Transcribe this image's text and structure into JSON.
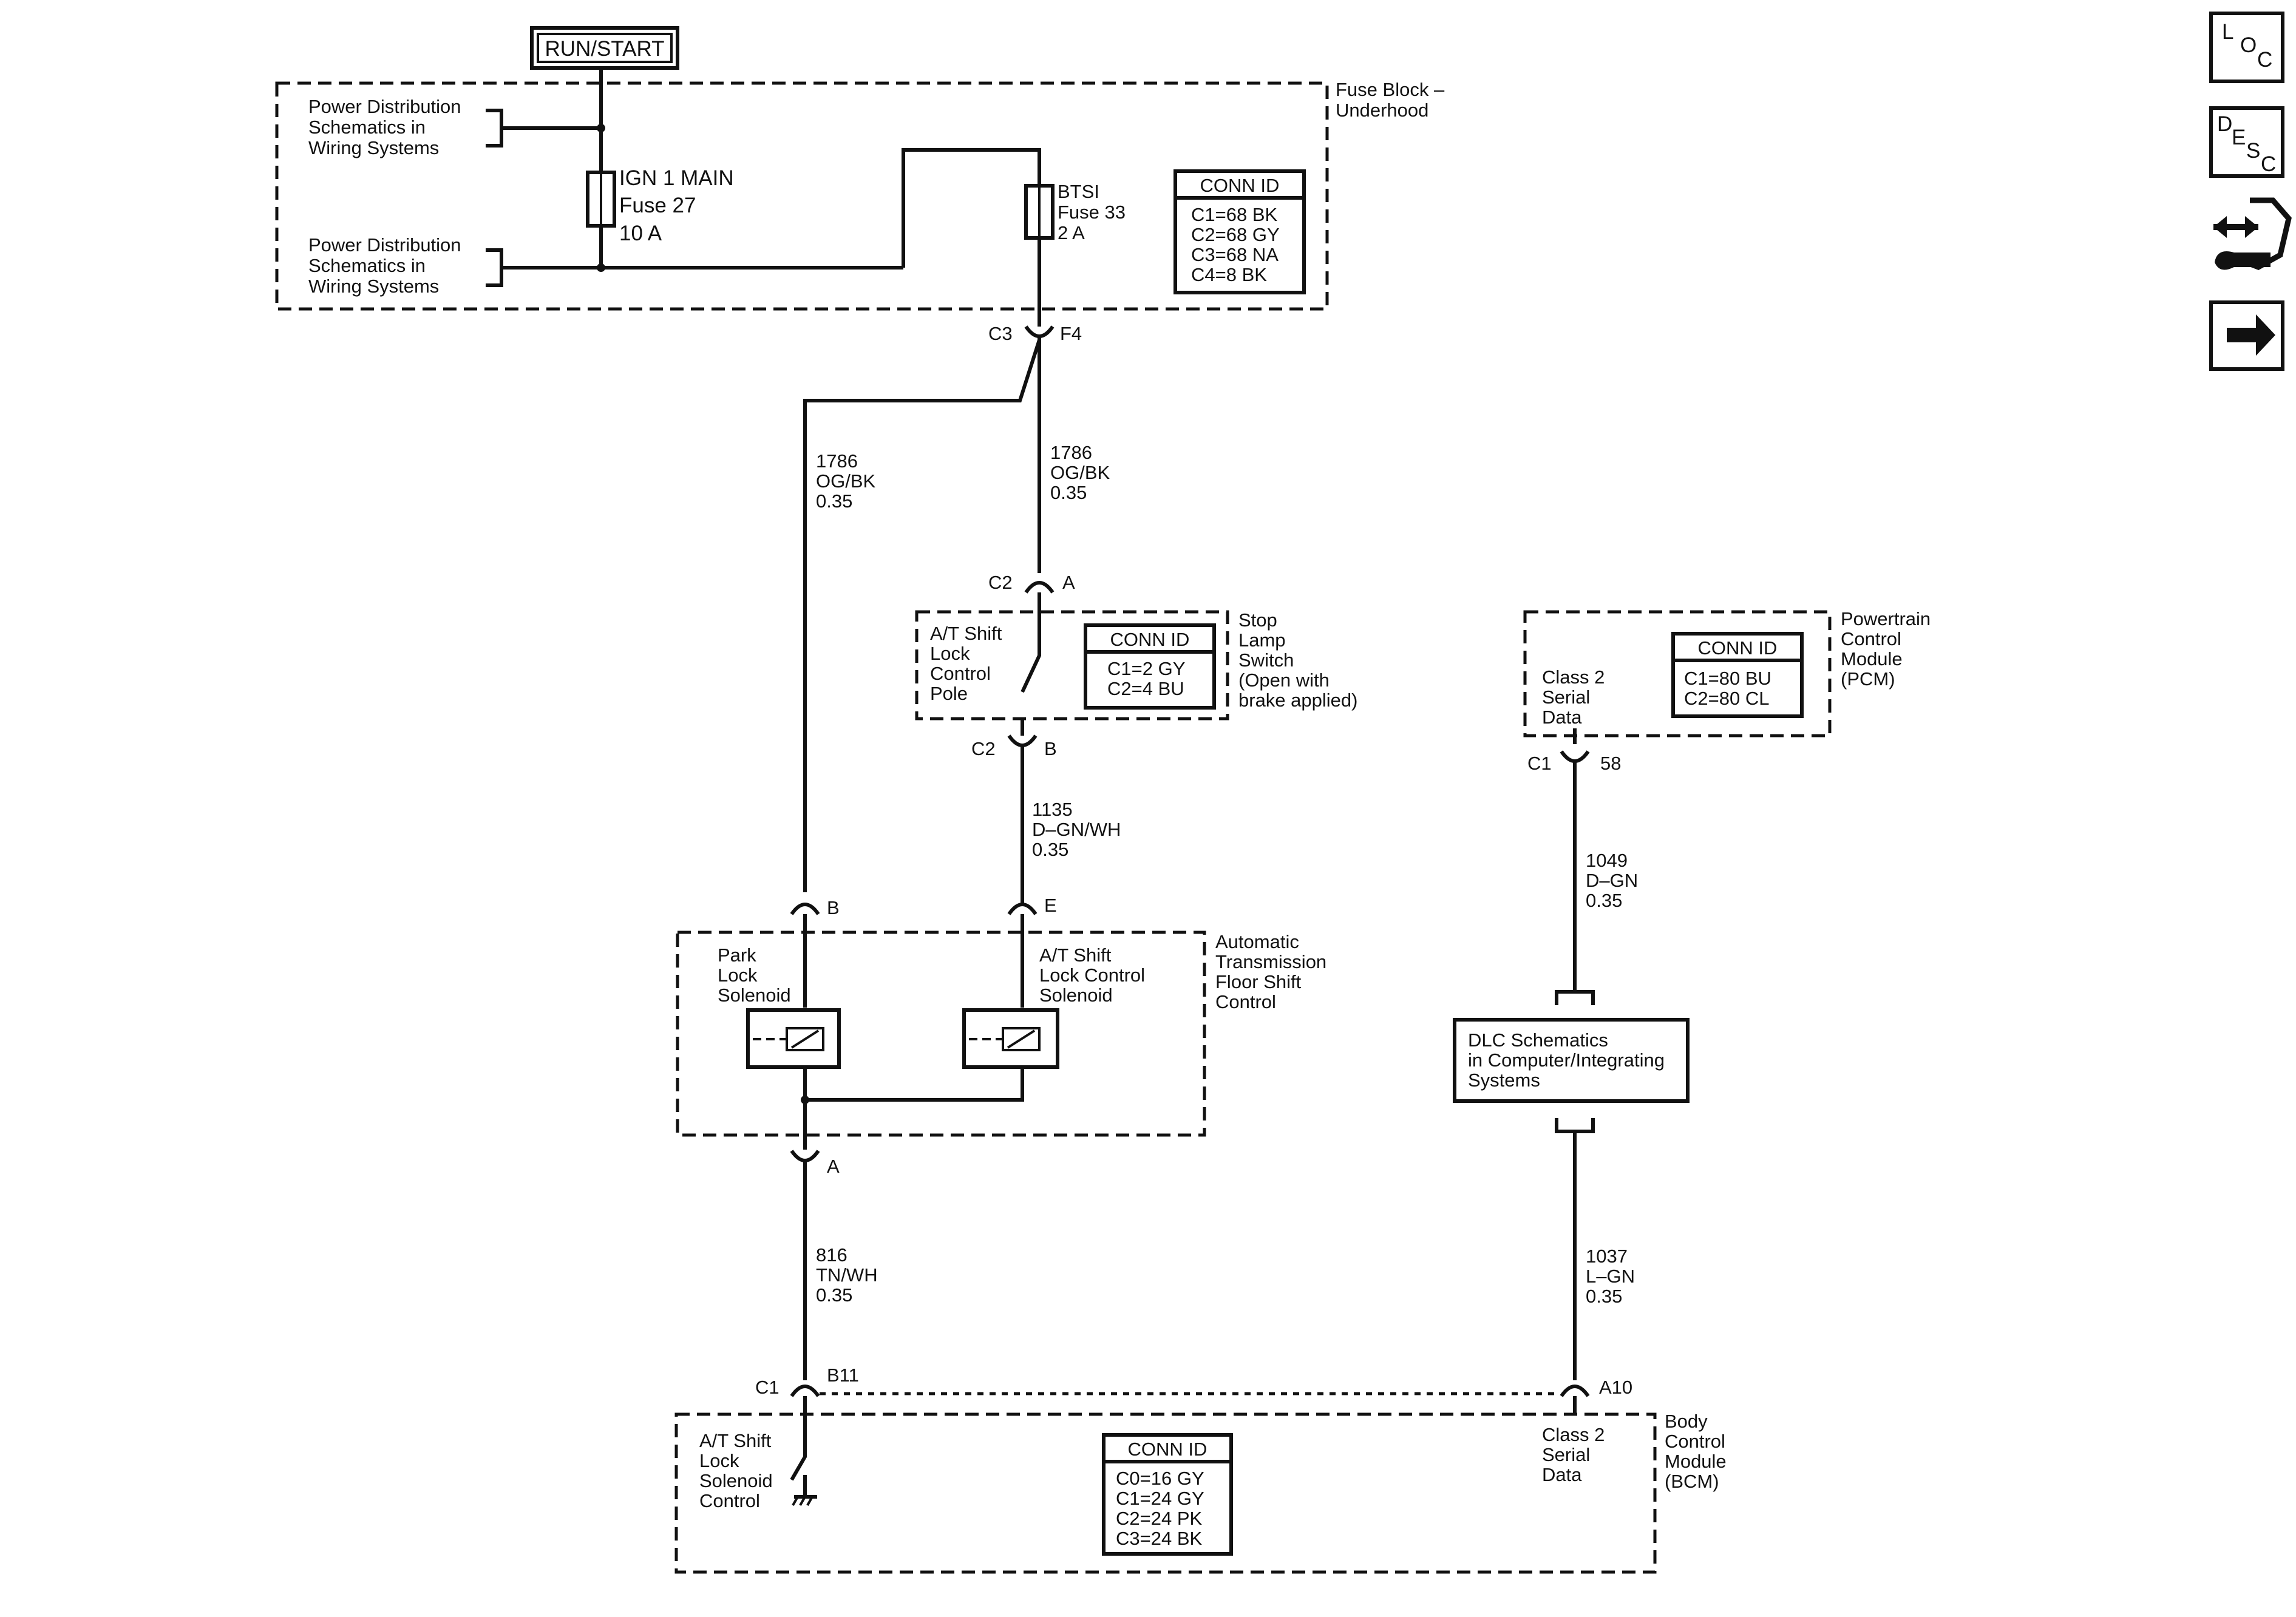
{
  "run_start": "RUN/START",
  "fuse_block": {
    "name_l1": "Fuse Block –",
    "name_l2": "Underhood",
    "pd1_l1": "Power Distribution",
    "pd1_l2": "Schematics in",
    "pd1_l3": "Wiring Systems",
    "pd2_l1": "Power Distribution",
    "pd2_l2": "Schematics in",
    "pd2_l3": "Wiring Systems",
    "fuse27_l1": "IGN 1 MAIN",
    "fuse27_l2": "Fuse 27",
    "fuse27_l3": "10 A",
    "fuse33_l1": "BTSI",
    "fuse33_l2": "Fuse 33",
    "fuse33_l3": "2 A",
    "conn_title": "CONN ID",
    "conn": [
      "C1=68 BK",
      "C2=68 GY",
      "C3=68 NA",
      "C4=8 BK"
    ],
    "out_conn": "C3",
    "out_pin": "F4"
  },
  "wires": {
    "left_1786_l1": "1786",
    "left_1786_l2": "OG/BK",
    "left_1786_l3": "0.35",
    "right_1786_l1": "1786",
    "right_1786_l2": "OG/BK",
    "right_1786_l3": "0.35",
    "w1135_l1": "1135",
    "w1135_l2": "D–GN/WH",
    "w1135_l3": "0.35",
    "w816_l1": "816",
    "w816_l2": "TN/WH",
    "w816_l3": "0.35",
    "w1049_l1": "1049",
    "w1049_l2": "D–GN",
    "w1049_l3": "0.35",
    "w1037_l1": "1037",
    "w1037_l2": "L–GN",
    "w1037_l3": "0.35"
  },
  "stop_lamp": {
    "name_l1": "Stop",
    "name_l2": "Lamp",
    "name_l3": "Switch",
    "name_l4": "(Open with",
    "name_l5": "brake applied)",
    "pole_l1": "A/T Shift",
    "pole_l2": "Lock",
    "pole_l3": "Control",
    "pole_l4": "Pole",
    "conn_title": "CONN ID",
    "conn": [
      "C1=2 GY",
      "C2=4 BU"
    ],
    "top_conn": "C2",
    "top_pin": "A",
    "bot_conn": "C2",
    "bot_pin": "B"
  },
  "pcm": {
    "name_l1": "Powertrain",
    "name_l2": "Control",
    "name_l3": "Module",
    "name_l4": "(PCM)",
    "data_l1": "Class 2",
    "data_l2": "Serial",
    "data_l3": "Data",
    "conn_title": "CONN ID",
    "conn": [
      "C1=80 BU",
      "C2=80 CL"
    ],
    "conn_id": "C1",
    "pin": "58"
  },
  "transmission": {
    "name_l1": "Automatic",
    "name_l2": "Transmission",
    "name_l3": "Floor Shift",
    "name_l4": "Control",
    "park_l1": "Park",
    "park_l2": "Lock",
    "park_l3": "Solenoid",
    "at_l1": "A/T Shift",
    "at_l2": "Lock Control",
    "at_l3": "Solenoid",
    "pin_b": "B",
    "pin_e": "E",
    "pin_a": "A"
  },
  "dlc": {
    "l1": "DLC Schematics",
    "l2": "in Computer/Integrating",
    "l3": "Systems"
  },
  "bcm": {
    "name_l1": "Body",
    "name_l2": "Control",
    "name_l3": "Module",
    "name_l4": "(BCM)",
    "ctrl_l1": "A/T Shift",
    "ctrl_l2": "Lock",
    "ctrl_l3": "Solenoid",
    "ctrl_l4": "Control",
    "data_l1": "Class 2",
    "data_l2": "Serial",
    "data_l3": "Data",
    "conn_title": "CONN ID",
    "conn": [
      "C0=16 GY",
      "C1=24 GY",
      "C2=24 PK",
      "C3=24 BK"
    ],
    "c1": "C1",
    "pin_b11": "B11",
    "pin_a10": "A10"
  },
  "nav": {
    "loc_l": "L",
    "loc_o": "O",
    "loc_c": "C",
    "desc_d": "D",
    "desc_e": "E",
    "desc_s": "S",
    "desc_c": "C"
  }
}
